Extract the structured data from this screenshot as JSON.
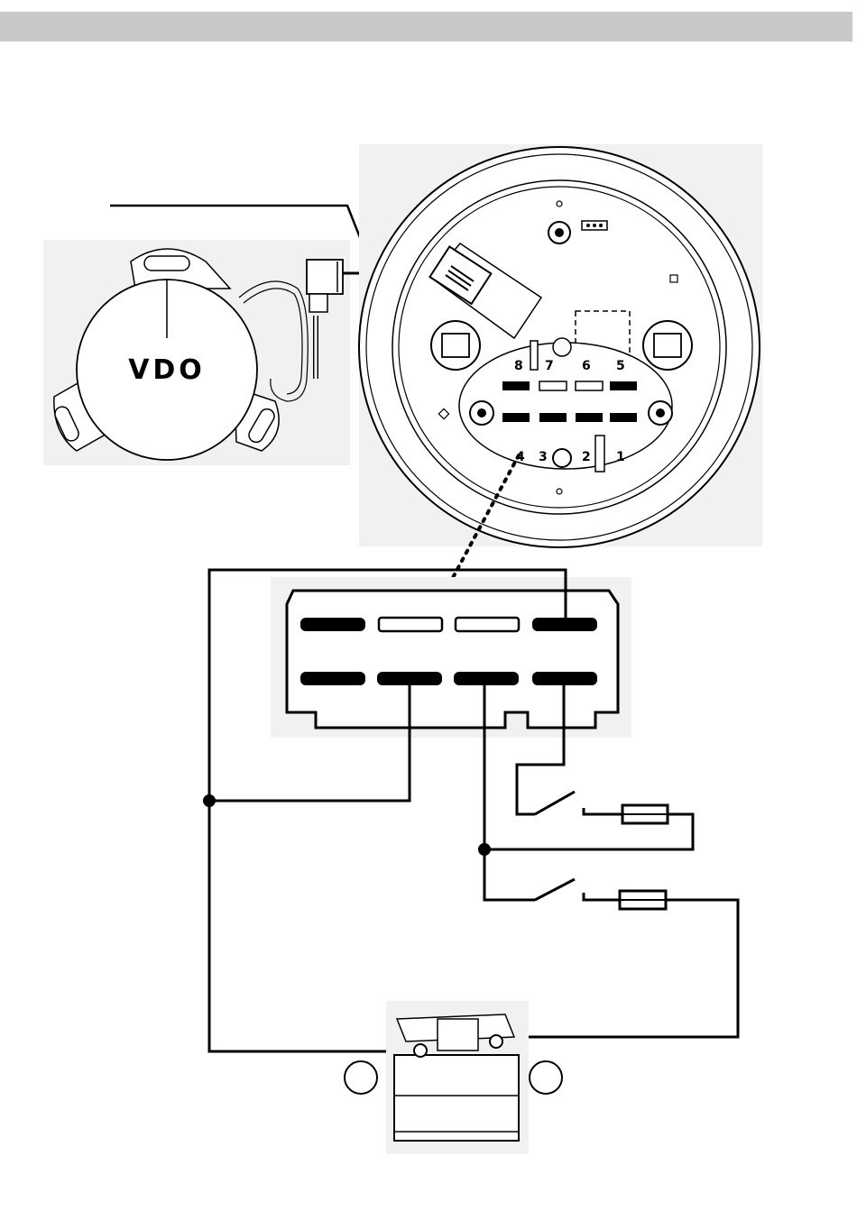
{
  "header": {
    "color": "#c8c8c8"
  },
  "sender": {
    "brand": "VDO"
  },
  "gauge": {
    "pin_labels": [
      "1",
      "2",
      "3",
      "4",
      "5",
      "6",
      "7",
      "8"
    ]
  },
  "battery": {
    "terminal_plus": "",
    "terminal_minus": ""
  },
  "icons": [
    "sender-unit-icon",
    "gauge-back-icon",
    "connector-icon",
    "switch-icon",
    "fuse-icon",
    "battery-icon"
  ]
}
